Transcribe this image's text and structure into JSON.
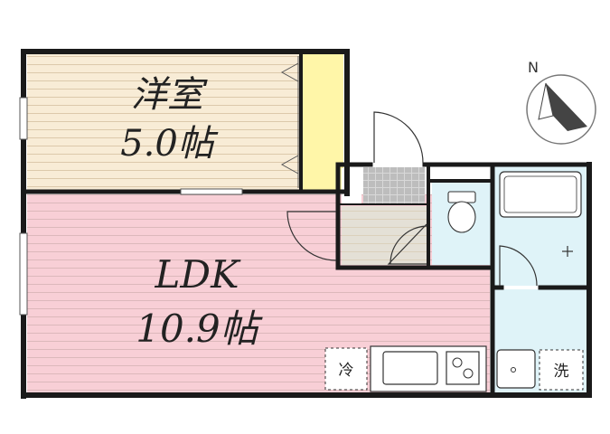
{
  "compass": {
    "label": "N"
  },
  "rooms": {
    "western_room": {
      "name": "洋室",
      "size": "5.0帖"
    },
    "ldk": {
      "name": "LDK",
      "size": "10.9帖"
    }
  },
  "fixtures": {
    "refrigerator": "冷",
    "washer": "洗"
  },
  "colors": {
    "western_floor": "#f8ecd6",
    "ldk_floor": "#f8cfd6",
    "wet_area": "#dff3f8",
    "closet": "#fff6a8",
    "entrance": "#e4e0d6",
    "wall": "#1a1a1a"
  }
}
